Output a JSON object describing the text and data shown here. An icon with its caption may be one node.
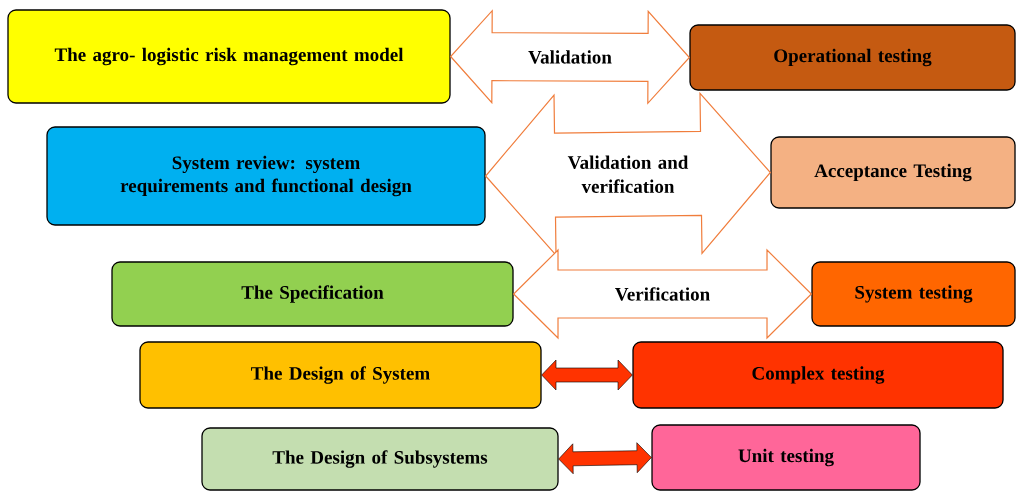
{
  "diagram": {
    "nodes": [
      {
        "text": [
          "The agro- logistic risk management model"
        ]
      },
      {
        "text": [
          "System review: system requirements and functional design"
        ]
      },
      {
        "text": [
          "The Specification"
        ]
      },
      {
        "text": [
          "The Design of System"
        ]
      },
      {
        "text": [
          "The Design of Subsystems"
        ]
      },
      {
        "text": [
          "Operational testing"
        ]
      },
      {
        "text": [
          "Acceptance Testing"
        ]
      },
      {
        "text": [
          "System testing"
        ]
      },
      {
        "text": [
          "Complex testing"
        ]
      },
      {
        "text": [
          "Unit testing"
        ]
      }
    ],
    "edges": [
      {
        "from": 0,
        "to": 5,
        "arrow": "both",
        "label": "Validation"
      },
      {
        "from": 1,
        "to": 6,
        "arrow": "both",
        "label": "Validation and verification"
      },
      {
        "from": 2,
        "to": 7,
        "arrow": "both",
        "label": "Verification"
      },
      {
        "from": 3,
        "to": 8,
        "arrow": "both",
        "color": "#ff3300"
      },
      {
        "from": 4,
        "to": 9,
        "arrow": "both",
        "color": "#ff3300"
      }
    ]
  }
}
